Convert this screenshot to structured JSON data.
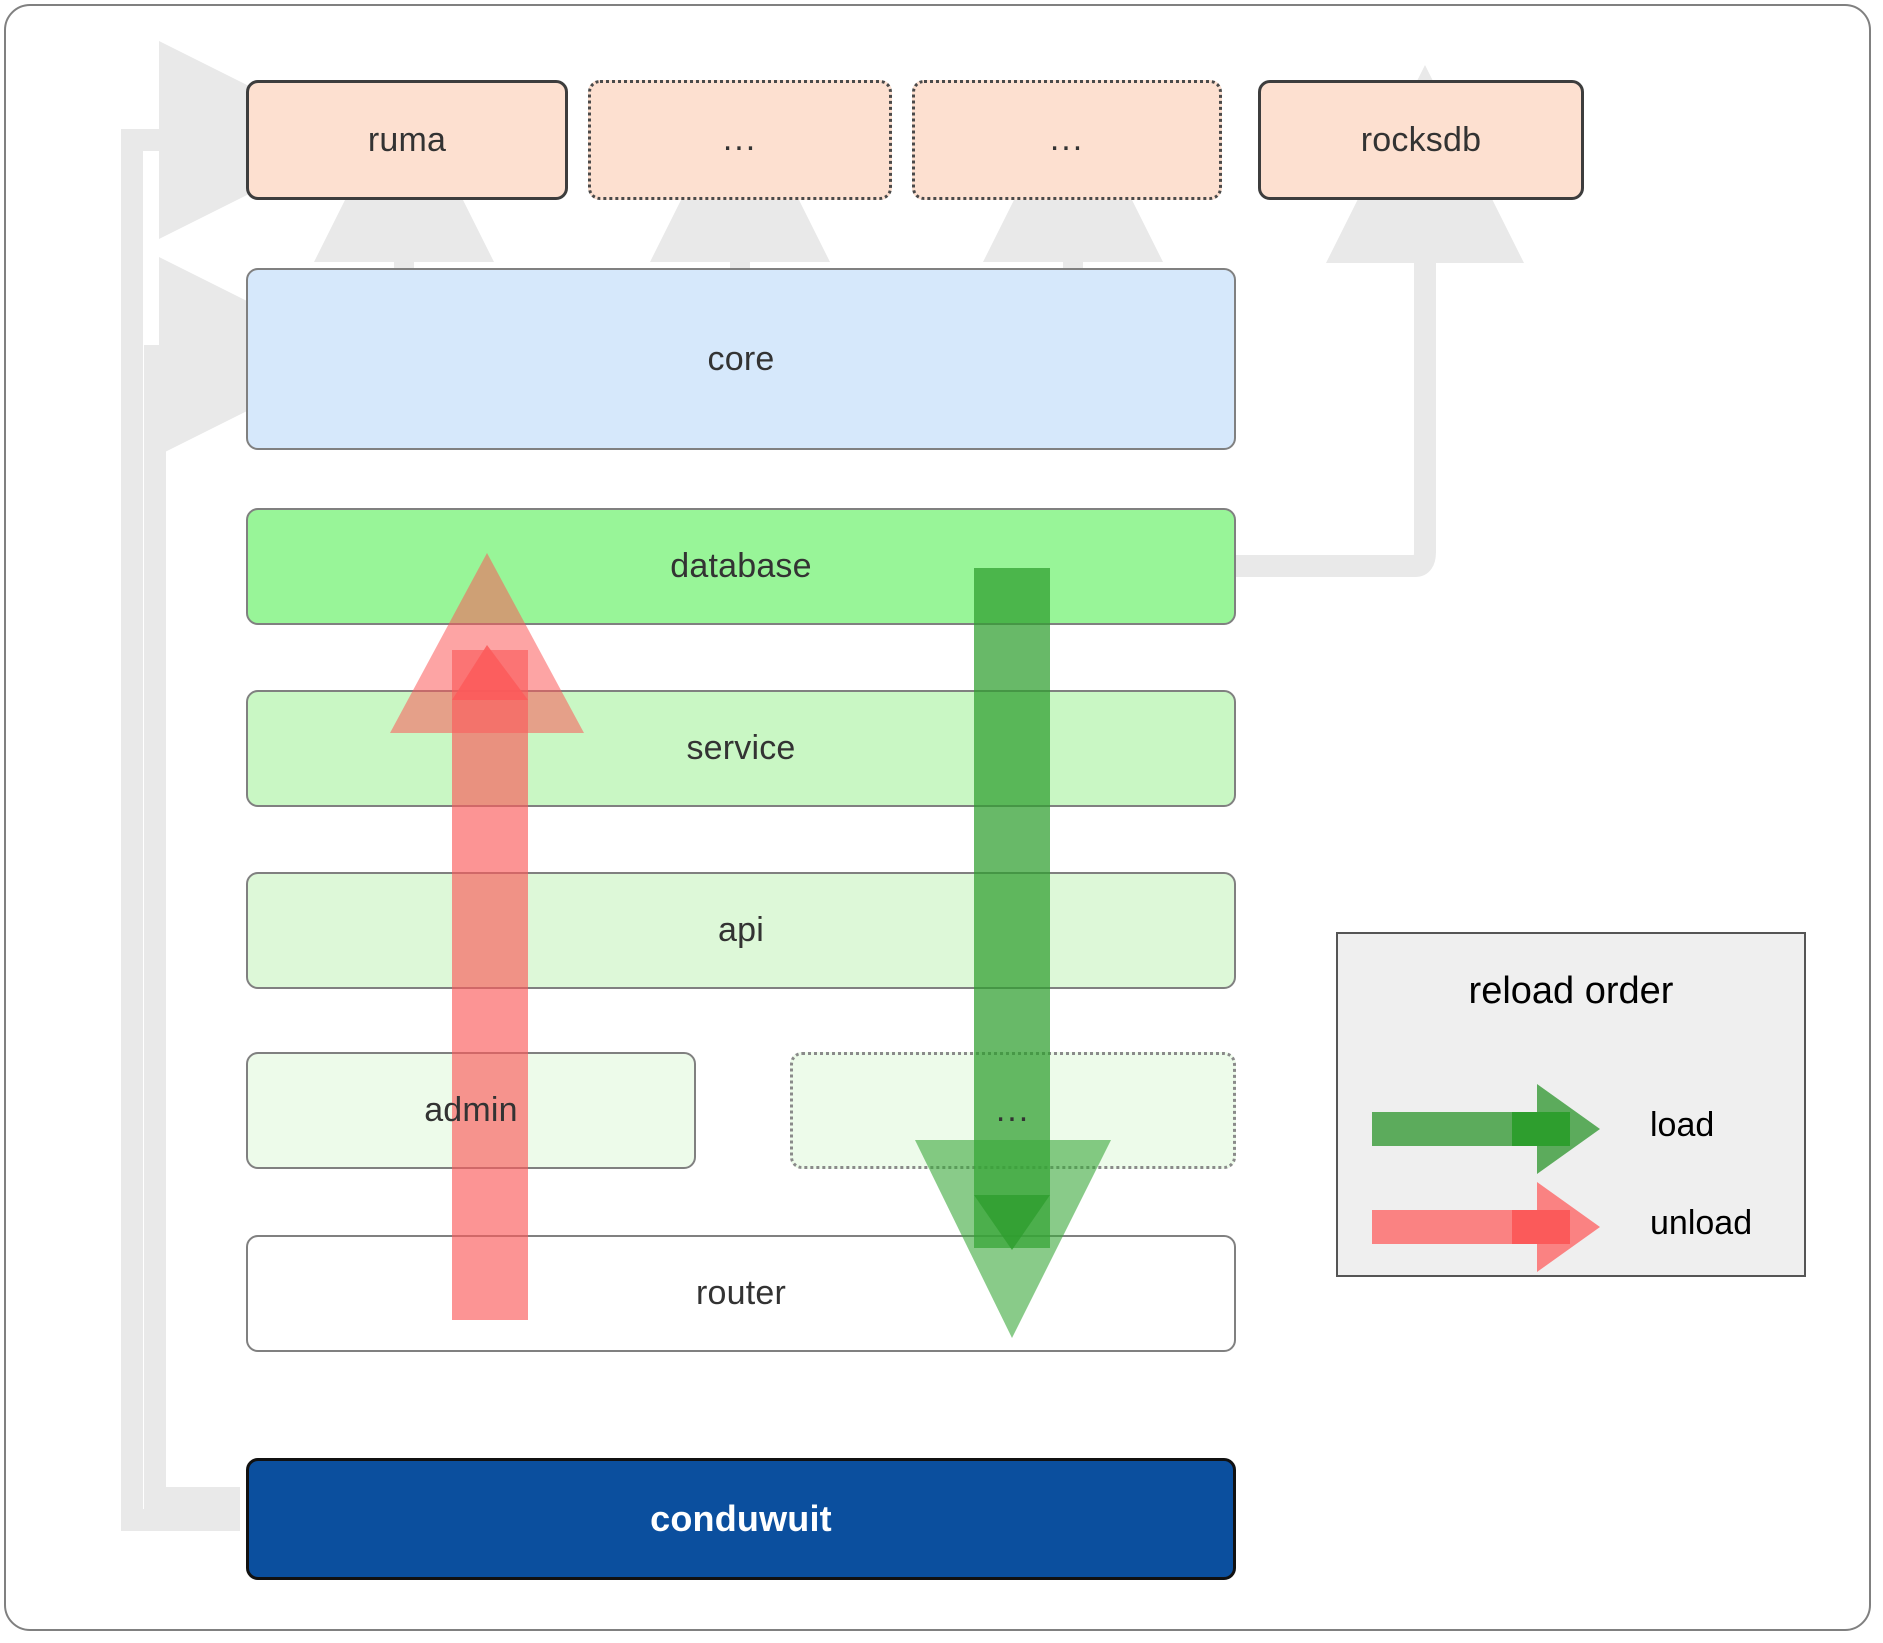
{
  "diagram": {
    "title": "conduwuit crate dependency / reload order diagram",
    "colors": {
      "peach_fill": "#fde0d0",
      "blue_fill": "#d6e8fb",
      "green_1": "#98f598",
      "green_2": "#c9f7c4",
      "green_3": "#ddf8d8",
      "green_4": "#edfbea",
      "white_fill": "#ffffff",
      "brand_blue": "#0b4f9e",
      "connector_gray": "#e9e9e9",
      "load_green": "#5cab5c",
      "load_green_dark": "#2e9e2e",
      "unload_red": "#fa8282",
      "unload_red_dark": "#fb5a5a",
      "legend_bg": "#efefef"
    },
    "top_row": [
      {
        "id": "ruma",
        "label": "ruma",
        "style": "solid-dark"
      },
      {
        "id": "dots1",
        "label": "...",
        "style": "dotted"
      },
      {
        "id": "dots2",
        "label": "...",
        "style": "dotted"
      },
      {
        "id": "rocksdb",
        "label": "rocksdb",
        "style": "solid-dark"
      }
    ],
    "stack": [
      {
        "id": "core",
        "label": "core",
        "style": "solid-gray"
      },
      {
        "id": "database",
        "label": "database",
        "style": "solid-gray"
      },
      {
        "id": "service",
        "label": "service",
        "style": "solid-gray"
      },
      {
        "id": "api",
        "label": "api",
        "style": "solid-gray"
      }
    ],
    "row_admin": [
      {
        "id": "admin",
        "label": "admin",
        "style": "solid-gray"
      },
      {
        "id": "dots3",
        "label": "...",
        "style": "dotted-gray"
      }
    ],
    "router": {
      "id": "router",
      "label": "router",
      "style": "solid-gray"
    },
    "brand": {
      "id": "conduwuit",
      "label": "conduwuit"
    },
    "legend": {
      "title": "reload order",
      "rows": [
        {
          "id": "load",
          "label": "load",
          "color": "#5cab5c"
        },
        {
          "id": "unload",
          "label": "unload",
          "color": "#fa8282"
        }
      ]
    },
    "arrows": {
      "load_direction": "down",
      "unload_direction": "up"
    }
  }
}
